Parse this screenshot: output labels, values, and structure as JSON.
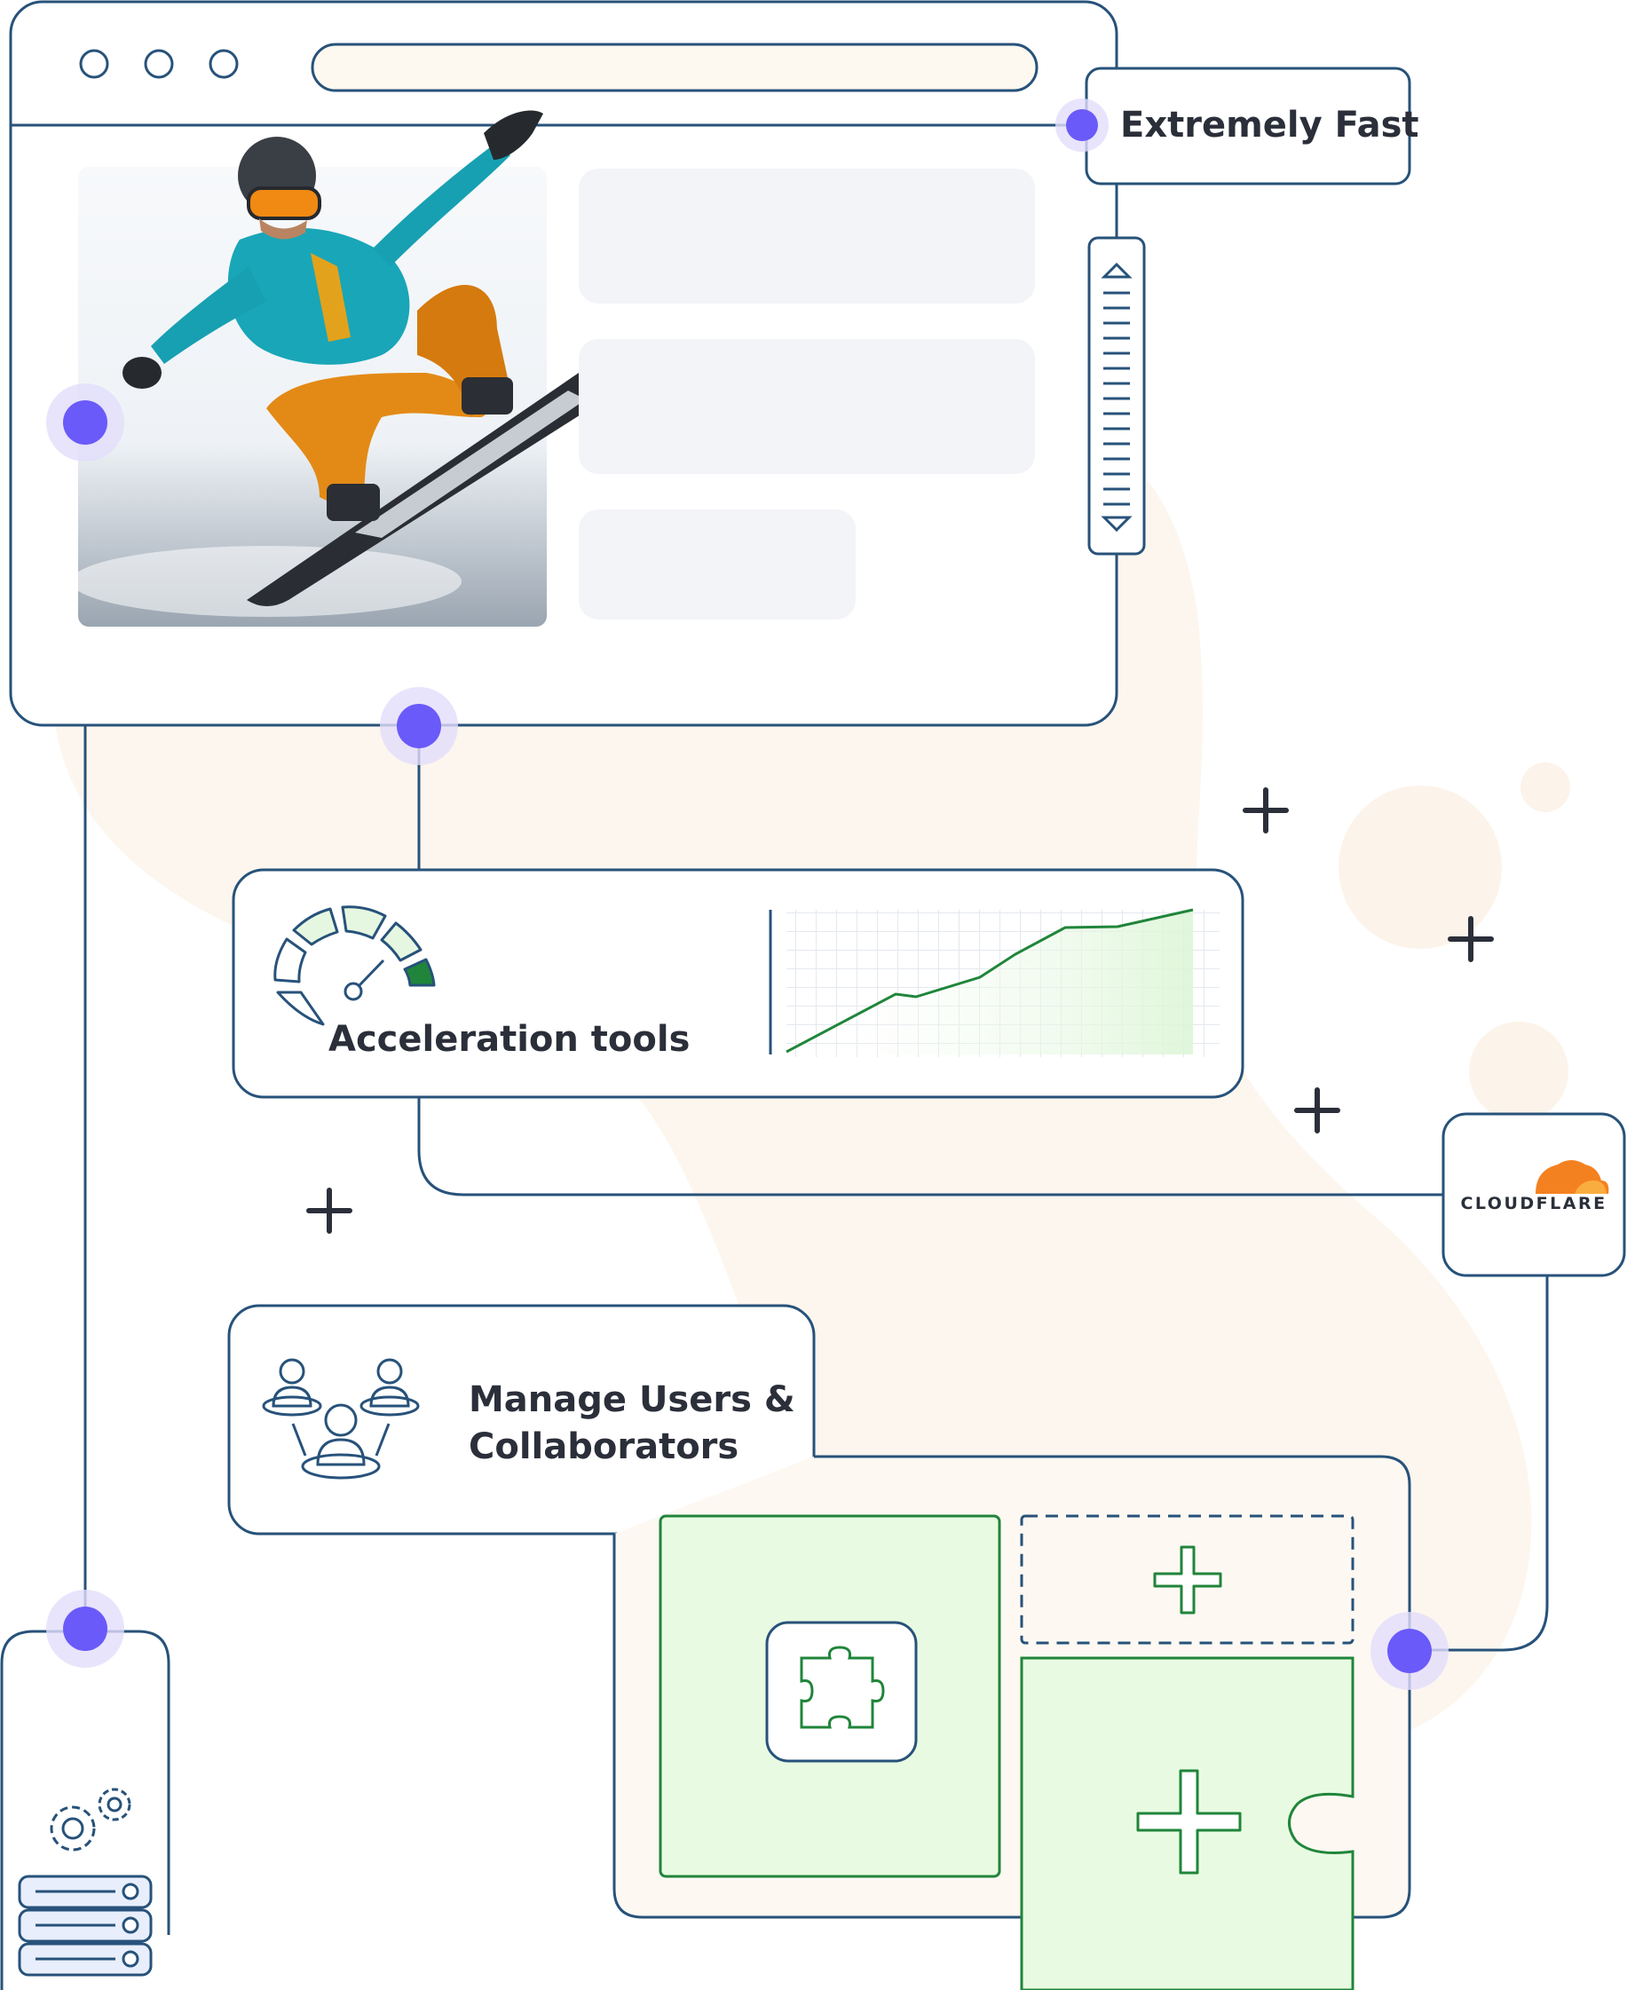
{
  "labels": {
    "extremely_fast": "Extremely Fast",
    "acceleration_tools": "Acceleration tools",
    "cloudflare": "CLOUDFLARE",
    "manage_users_line1": "Manage Users &",
    "manage_users_line2": "Collaborators"
  },
  "colors": {
    "outline": "#27527a",
    "accent_node": "#6a5af9",
    "success_green": "#20853a",
    "tile_fill": "#e8fbe2",
    "background_blob": "#fcf6ee",
    "cloudflare_orange": "#f48120"
  },
  "icons": [
    "speedometer-icon",
    "users-icon",
    "puzzle-piece-icon",
    "add-plugin-icon",
    "gears-icon",
    "server-stack-icon",
    "plus-icon",
    "cloudflare-logo",
    "scroll-up-icon",
    "scroll-down-icon"
  ]
}
